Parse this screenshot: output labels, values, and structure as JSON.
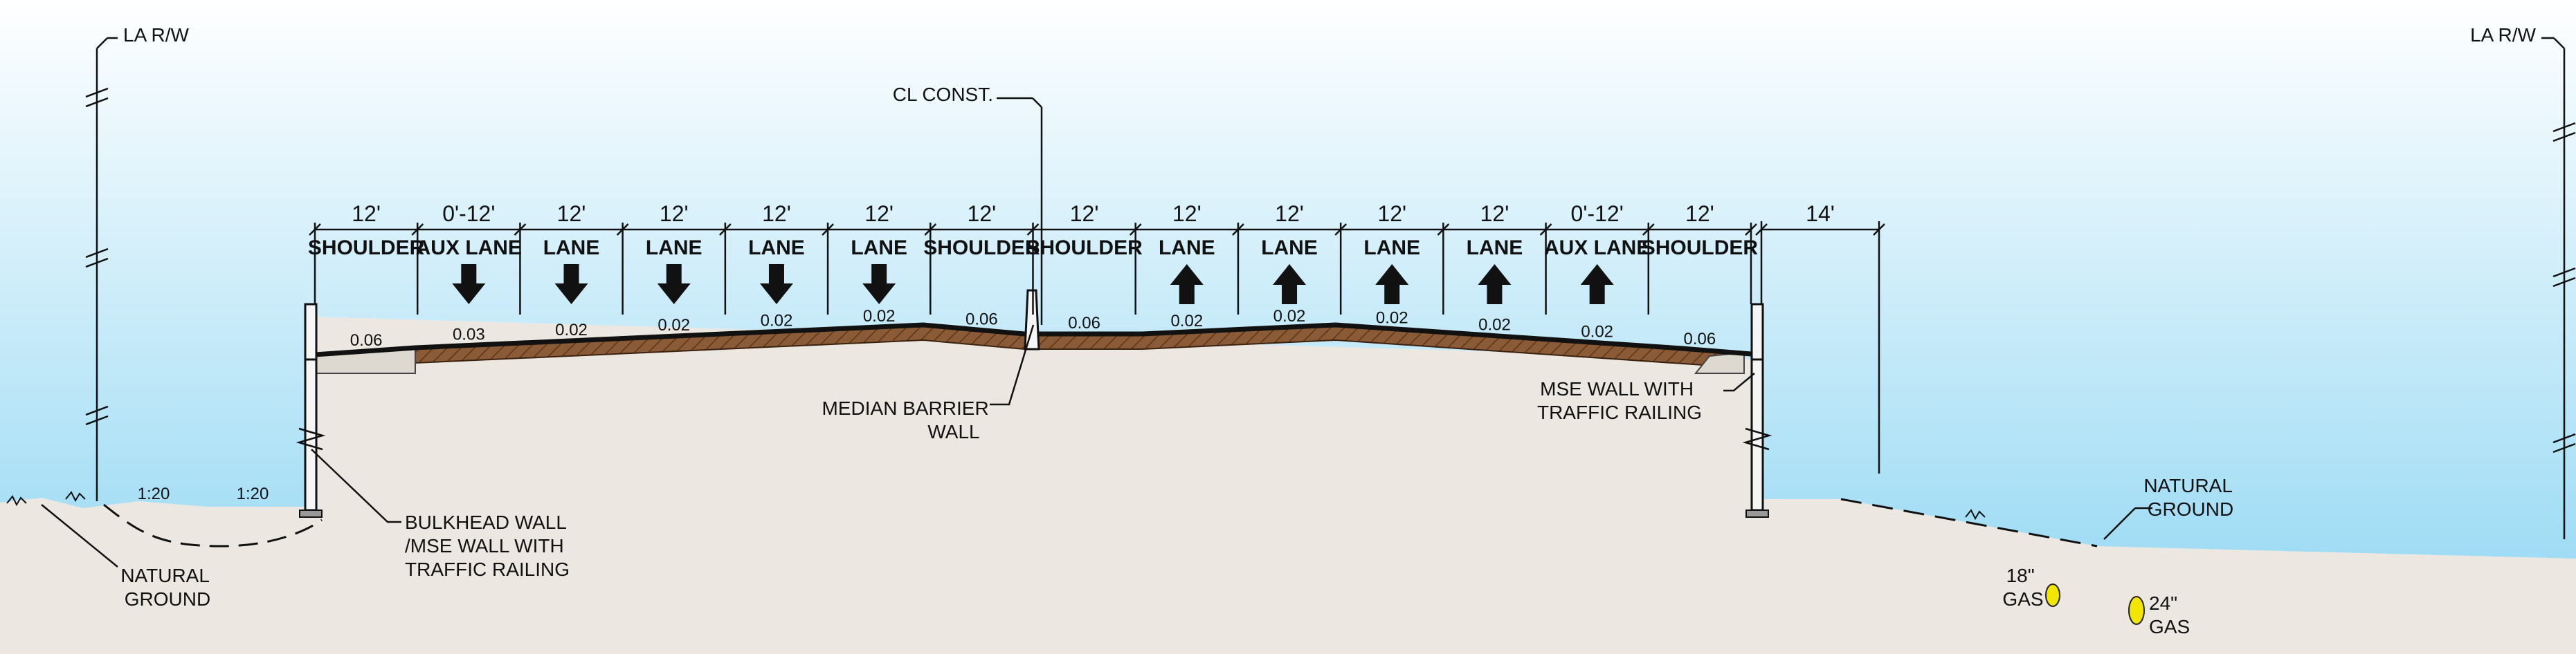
{
  "right_of_way": {
    "left": "LA R/W",
    "right": "LA R/W"
  },
  "centerline": "CL CONST.",
  "lanes": [
    {
      "width": "12'",
      "label": "SHOULDER",
      "arrow": "none",
      "slope": "0.06"
    },
    {
      "width": "0'-12'",
      "label": "AUX LANE",
      "arrow": "down",
      "slope": "0.03"
    },
    {
      "width": "12'",
      "label": "LANE",
      "arrow": "down",
      "slope": "0.02"
    },
    {
      "width": "12'",
      "label": "LANE",
      "arrow": "down",
      "slope": "0.02"
    },
    {
      "width": "12'",
      "label": "LANE",
      "arrow": "down",
      "slope": "0.02"
    },
    {
      "width": "12'",
      "label": "LANE",
      "arrow": "down",
      "slope": "0.02"
    },
    {
      "width": "12'",
      "label": "SHOULDER",
      "arrow": "none",
      "slope": "0.06"
    },
    {
      "width": "12'",
      "label": "SHOULDER",
      "arrow": "none",
      "slope": "0.06"
    },
    {
      "width": "12'",
      "label": "LANE",
      "arrow": "up",
      "slope": "0.02"
    },
    {
      "width": "12'",
      "label": "LANE",
      "arrow": "up",
      "slope": "0.02"
    },
    {
      "width": "12'",
      "label": "LANE",
      "arrow": "up",
      "slope": "0.02"
    },
    {
      "width": "12'",
      "label": "LANE",
      "arrow": "up",
      "slope": "0.02"
    },
    {
      "width": "0'-12'",
      "label": "AUX LANE",
      "arrow": "up",
      "slope": "0.02"
    },
    {
      "width": "12'",
      "label": "SHOULDER",
      "arrow": "none",
      "slope": "0.06"
    }
  ],
  "right_offset": "14'",
  "side_slopes": [
    "1:20",
    "1:20"
  ],
  "callouts": {
    "median": [
      "MEDIAN BARRIER",
      "WALL"
    ],
    "mse_right": [
      "MSE WALL WITH",
      "TRAFFIC RAILING"
    ],
    "bulkhead": [
      "BULKHEAD WALL",
      "/MSE WALL WITH",
      "TRAFFIC RAILING"
    ],
    "natural_ground_left": [
      "NATURAL",
      "GROUND"
    ],
    "natural_ground_right": [
      "NATURAL",
      "GROUND"
    ]
  },
  "utilities": [
    {
      "size": "18\"",
      "type": "GAS"
    },
    {
      "size": "24\"",
      "type": "GAS"
    }
  ],
  "colors": {
    "sky_top": "#ffffff",
    "sky_bottom": "#8fd6f3",
    "ground": "#ece8e1",
    "pavement": "#8b5a36",
    "surface": "#111111",
    "utility": "#f2e600"
  }
}
